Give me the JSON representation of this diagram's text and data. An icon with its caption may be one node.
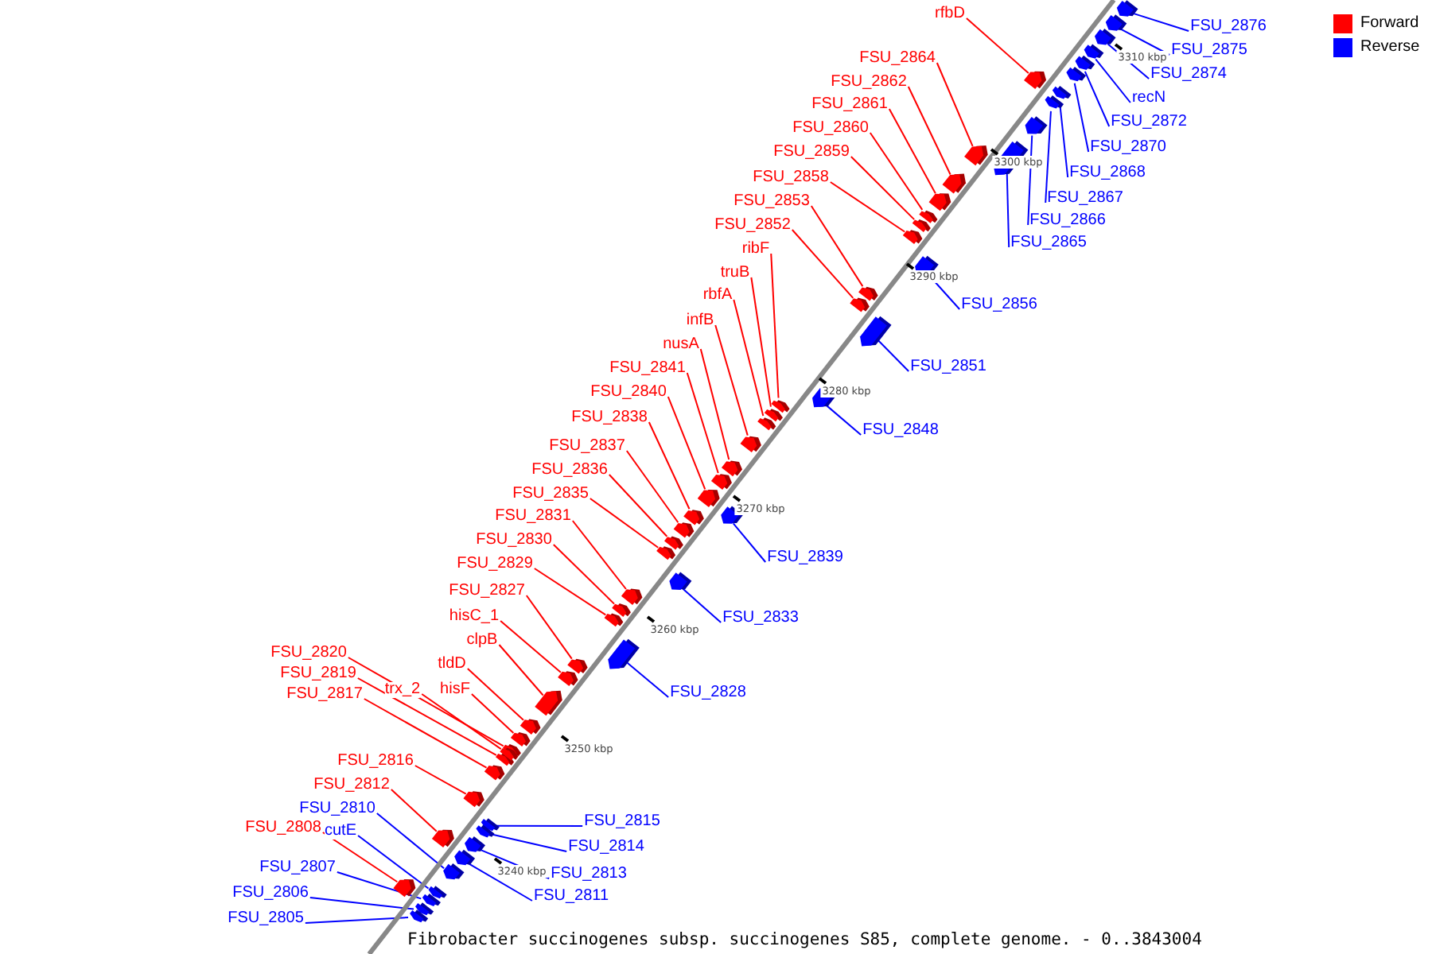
{
  "diagram": {
    "caption": "Fibrobacter succinogenes subsp. succinogenes S85, complete genome. - 0..3843004",
    "nodes": [
      {
        "text": [
          "rfbD"
        ]
      },
      {
        "text": [],
        "shape": "bar"
      },
      {
        "text": [
          "FSU_2876"
        ]
      },
      {
        "text": [],
        "shape": "bar"
      },
      {
        "text": [
          "FSU_2875"
        ]
      },
      {
        "text": [],
        "shape": "bar"
      },
      {
        "text": [
          "FSU_2864"
        ]
      },
      {
        "text": [],
        "shape": "bar"
      },
      {
        "text": [
          "FSU_2874"
        ]
      },
      {
        "text": [],
        "shape": "bar"
      },
      {
        "text": [
          "FSU_2862"
        ]
      },
      {
        "text": [],
        "shape": "bar"
      },
      {
        "text": [
          "recN"
        ]
      },
      {
        "text": [],
        "shape": "bar"
      },
      {
        "text": [
          "FSU_2861"
        ]
      },
      {
        "text": [],
        "shape": "bar"
      },
      {
        "text": [
          "FSU_2872"
        ]
      },
      {
        "text": [],
        "shape": "bar"
      },
      {
        "text": [
          "FSU_2860"
        ]
      },
      {
        "text": [],
        "shape": "bar"
      },
      {
        "text": [
          "FSU_2870"
        ]
      },
      {
        "text": [],
        "shape": "bar"
      },
      {
        "text": [
          "FSU_2859"
        ]
      },
      {
        "text": [],
        "shape": "bar"
      },
      {
        "text": [
          "FSU_2868"
        ]
      },
      {
        "text": [],
        "shape": "bar"
      },
      {
        "text": [
          "FSU_2858"
        ]
      },
      {
        "text": [],
        "shape": "bar"
      },
      {
        "text": [
          "FSU_2867"
        ]
      },
      {
        "text": [],
        "shape": "bar"
      },
      {
        "text": [
          "FSU_2853"
        ]
      },
      {
        "text": [],
        "shape": "bar"
      },
      {
        "text": [
          "FSU_2866"
        ]
      },
      {
        "text": [],
        "shape": "bar"
      },
      {
        "text": [
          "FSU_2852"
        ]
      },
      {
        "text": [],
        "shape": "bar"
      },
      {
        "text": [
          "FSU_2865"
        ]
      },
      {
        "text": [],
        "shape": "bar"
      },
      {
        "text": [
          "ribF"
        ]
      },
      {
        "text": [],
        "shape": "bar"
      },
      {
        "text": [
          "truB"
        ]
      },
      {
        "text": [],
        "shape": "bar"
      },
      {
        "text": [
          "rbfA"
        ]
      },
      {
        "text": [],
        "shape": "bar"
      },
      {
        "text": [
          "FSU_2856"
        ]
      },
      {
        "text": [],
        "shape": "bar"
      },
      {
        "text": [
          "infB"
        ]
      },
      {
        "text": [],
        "shape": "bar"
      },
      {
        "text": [
          "nusA"
        ]
      },
      {
        "text": [],
        "shape": "bar"
      },
      {
        "text": [
          "FSU_2851"
        ]
      },
      {
        "text": [],
        "shape": "bar"
      },
      {
        "text": [
          "FSU_2841"
        ]
      },
      {
        "text": [],
        "shape": "bar"
      },
      {
        "text": [
          "FSU_2840"
        ]
      },
      {
        "text": [],
        "shape": "bar"
      },
      {
        "text": [
          "FSU_2838"
        ]
      },
      {
        "text": [],
        "shape": "bar"
      },
      {
        "text": [
          "FSU_2848"
        ]
      },
      {
        "text": [],
        "shape": "bar"
      },
      {
        "text": [
          "FSU_2837"
        ]
      },
      {
        "text": [],
        "shape": "bar"
      },
      {
        "text": [
          "FSU_2836"
        ]
      },
      {
        "text": [],
        "shape": "bar"
      },
      {
        "text": [
          "FSU_2835"
        ]
      },
      {
        "text": [],
        "shape": "bar"
      },
      {
        "text": [
          "FSU_2831"
        ]
      },
      {
        "text": [],
        "shape": "bar"
      },
      {
        "text": [
          "FSU_2830"
        ]
      },
      {
        "text": [],
        "shape": "bar"
      },
      {
        "text": [
          "FSU_2839"
        ]
      },
      {
        "text": [],
        "shape": "bar"
      },
      {
        "text": [
          "FSU_2829"
        ]
      },
      {
        "text": [],
        "shape": "bar"
      },
      {
        "text": [
          "FSU_2827"
        ]
      },
      {
        "text": [],
        "shape": "bar"
      },
      {
        "text": [
          "FSU_2833"
        ]
      },
      {
        "text": [],
        "shape": "bar"
      },
      {
        "text": [
          "hisC_1"
        ]
      },
      {
        "text": [],
        "shape": "bar"
      },
      {
        "text": [
          "clpB"
        ]
      },
      {
        "text": [],
        "shape": "bar"
      },
      {
        "text": [
          "FSU_2820"
        ]
      },
      {
        "text": [],
        "shape": "bar"
      },
      {
        "text": [
          "tldD"
        ]
      },
      {
        "text": [],
        "shape": "bar"
      },
      {
        "text": [
          "FSU_2819"
        ]
      },
      {
        "text": [],
        "shape": "bar"
      },
      {
        "text": [
          "FSU_2828"
        ]
      },
      {
        "text": [],
        "shape": "bar"
      },
      {
        "text": [
          "FSU_2817"
        ]
      },
      {
        "text": [],
        "shape": "bar"
      },
      {
        "text": [
          "trx_2"
        ]
      },
      {
        "text": [],
        "shape": "bar"
      },
      {
        "text": [
          "hisF"
        ]
      },
      {
        "text": [],
        "shape": "bar"
      },
      {
        "text": [
          "FSU_2816"
        ]
      },
      {
        "text": [],
        "shape": "bar"
      },
      {
        "text": [
          "FSU_2812"
        ]
      },
      {
        "text": [],
        "shape": "bar"
      },
      {
        "text": [
          "FSU_2810"
        ]
      },
      {
        "text": [],
        "shape": "bar"
      },
      {
        "text": [
          "FSU_2815"
        ]
      },
      {
        "text": [],
        "shape": "bar"
      },
      {
        "text": [
          "cutE"
        ]
      },
      {
        "text": [],
        "shape": "bar"
      },
      {
        "text": [
          "FSU_2808"
        ]
      },
      {
        "text": [],
        "shape": "bar"
      },
      {
        "text": [
          "FSU_2814"
        ]
      },
      {
        "text": [],
        "shape": "bar"
      },
      {
        "text": [
          "FSU_2813"
        ]
      },
      {
        "text": [],
        "shape": "bar"
      },
      {
        "text": [
          "FSU_2807"
        ]
      },
      {
        "text": [],
        "shape": "bar"
      },
      {
        "text": [
          "FSU_2811"
        ]
      },
      {
        "text": [],
        "shape": "bar"
      },
      {
        "text": [
          "FSU_2806"
        ]
      },
      {
        "text": [],
        "shape": "bar"
      },
      {
        "text": [
          "FSU_2805"
        ]
      },
      {
        "text": [],
        "shape": "bar"
      }
    ],
    "edges": [
      {
        "from": 0,
        "to": 1,
        "arrow": "none"
      },
      {
        "from": 2,
        "to": 3,
        "arrow": "none",
        "color": "#0000ff"
      },
      {
        "from": 4,
        "to": 5,
        "arrow": "none",
        "color": "#0000ff"
      },
      {
        "from": 6,
        "to": 7,
        "arrow": "none"
      },
      {
        "from": 8,
        "to": 9,
        "arrow": "none",
        "color": "#0000ff"
      },
      {
        "from": 10,
        "to": 11,
        "arrow": "none"
      },
      {
        "from": 12,
        "to": 13,
        "arrow": "none",
        "color": "#0000ff"
      },
      {
        "from": 14,
        "to": 15,
        "arrow": "none"
      },
      {
        "from": 16,
        "to": 17,
        "arrow": "none",
        "color": "#0000ff"
      },
      {
        "from": 18,
        "to": 19,
        "arrow": "none"
      },
      {
        "from": 20,
        "to": 21,
        "arrow": "none",
        "color": "#0000ff"
      },
      {
        "from": 22,
        "to": 23,
        "arrow": "none"
      },
      {
        "from": 24,
        "to": 25,
        "arrow": "none",
        "color": "#0000ff"
      },
      {
        "from": 26,
        "to": 27,
        "arrow": "none"
      },
      {
        "from": 28,
        "to": 29,
        "arrow": "none",
        "color": "#0000ff"
      },
      {
        "from": 30,
        "to": 31,
        "arrow": "none"
      },
      {
        "from": 32,
        "to": 33,
        "arrow": "none",
        "color": "#0000ff"
      },
      {
        "from": 34,
        "to": 35,
        "arrow": "none"
      },
      {
        "from": 36,
        "to": 37,
        "arrow": "none",
        "color": "#0000ff"
      },
      {
        "from": 38,
        "to": 39,
        "arrow": "none"
      },
      {
        "from": 40,
        "to": 41,
        "arrow": "none"
      },
      {
        "from": 42,
        "to": 43,
        "arrow": "none"
      },
      {
        "from": 44,
        "to": 45,
        "arrow": "none",
        "color": "#0000ff"
      },
      {
        "from": 46,
        "to": 47,
        "arrow": "none"
      },
      {
        "from": 48,
        "to": 49,
        "arrow": "none"
      },
      {
        "from": 50,
        "to": 51,
        "arrow": "none",
        "color": "#0000ff"
      },
      {
        "from": 52,
        "to": 53,
        "arrow": "none"
      },
      {
        "from": 54,
        "to": 55,
        "arrow": "none"
      },
      {
        "from": 56,
        "to": 57,
        "arrow": "none"
      },
      {
        "from": 58,
        "to": 59,
        "arrow": "none",
        "color": "#0000ff"
      },
      {
        "from": 60,
        "to": 61,
        "arrow": "none"
      },
      {
        "from": 62,
        "to": 63,
        "arrow": "none"
      },
      {
        "from": 64,
        "to": 65,
        "arrow": "none"
      },
      {
        "from": 66,
        "to": 67,
        "arrow": "none"
      },
      {
        "from": 68,
        "to": 69,
        "arrow": "none"
      },
      {
        "from": 70,
        "to": 71,
        "arrow": "none",
        "color": "#0000ff"
      },
      {
        "from": 72,
        "to": 73,
        "arrow": "none"
      },
      {
        "from": 74,
        "to": 75,
        "arrow": "none"
      },
      {
        "from": 76,
        "to": 77,
        "arrow": "none",
        "color": "#0000ff"
      },
      {
        "from": 78,
        "to": 79,
        "arrow": "none"
      },
      {
        "from": 80,
        "to": 81,
        "arrow": "none"
      },
      {
        "from": 82,
        "to": 83,
        "arrow": "none"
      },
      {
        "from": 84,
        "to": 85,
        "arrow": "none"
      },
      {
        "from": 86,
        "to": 87,
        "arrow": "none"
      },
      {
        "from": 88,
        "to": 89,
        "arrow": "none",
        "color": "#0000ff"
      },
      {
        "from": 90,
        "to": 91,
        "arrow": "none"
      },
      {
        "from": 92,
        "to": 93,
        "arrow": "none"
      },
      {
        "from": 94,
        "to": 95,
        "arrow": "none"
      },
      {
        "from": 96,
        "to": 97,
        "arrow": "none"
      },
      {
        "from": 98,
        "to": 99,
        "arrow": "none"
      },
      {
        "from": 100,
        "to": 101,
        "arrow": "none",
        "color": "#0000ff"
      },
      {
        "from": 102,
        "to": 103,
        "arrow": "none",
        "color": "#0000ff"
      },
      {
        "from": 104,
        "to": 105,
        "arrow": "none",
        "color": "#0000ff"
      },
      {
        "from": 106,
        "to": 107,
        "arrow": "none"
      },
      {
        "from": 108,
        "to": 109,
        "arrow": "none",
        "color": "#0000ff"
      },
      {
        "from": 110,
        "to": 111,
        "arrow": "none",
        "color": "#0000ff"
      },
      {
        "from": 112,
        "to": 113,
        "arrow": "none",
        "color": "#0000ff"
      },
      {
        "from": 114,
        "to": 115,
        "arrow": "none",
        "color": "#0000ff"
      },
      {
        "from": 116,
        "to": 117,
        "arrow": "none",
        "color": "#0000ff"
      },
      {
        "from": 118,
        "to": 119,
        "arrow": "none",
        "color": "#0000ff"
      }
    ],
    "labels": [
      "3310 kbp",
      "3300 kbp",
      "3290 kbp",
      "3280 kbp",
      "3270 kbp",
      "3260 kbp",
      "3250 kbp",
      "3240 kbp"
    ],
    "legend": [
      {
        "text": "Forward",
        "color": "#ff0000"
      },
      {
        "text": "Reverse",
        "color": "#0000ff"
      }
    ]
  }
}
